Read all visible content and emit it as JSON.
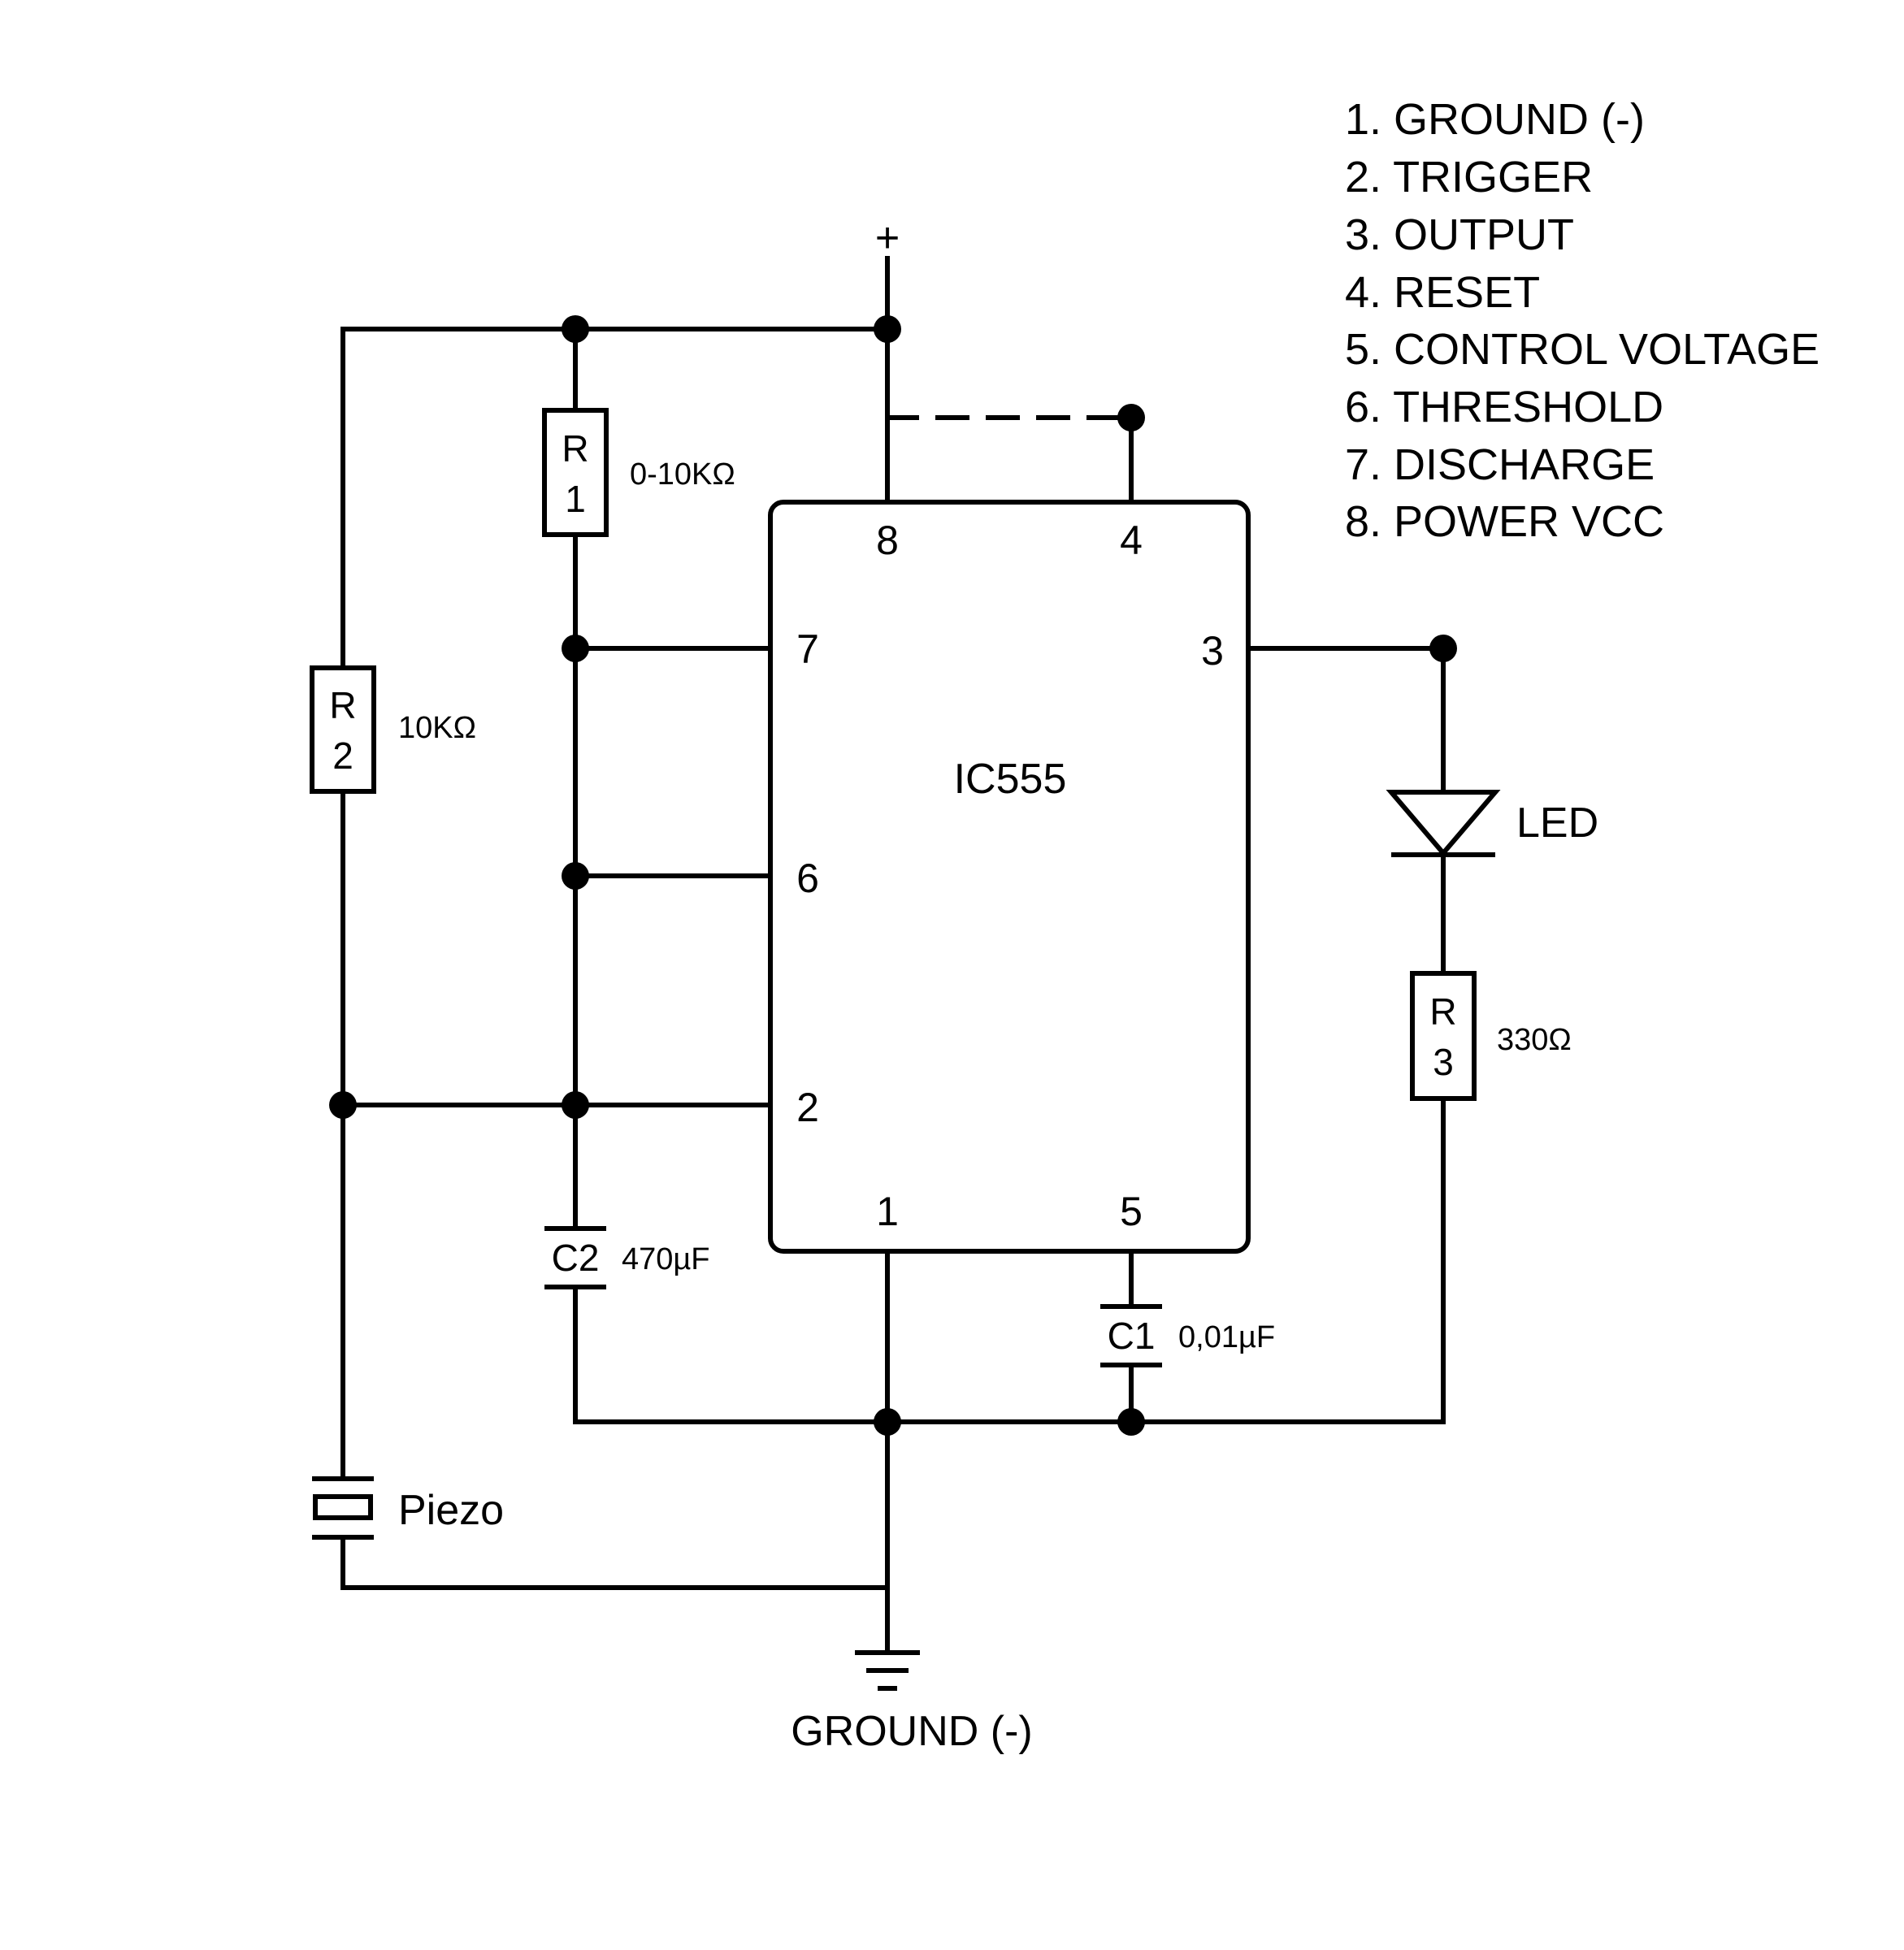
{
  "chip": {
    "name": "IC555",
    "pins": {
      "p1": "1",
      "p2": "2",
      "p3": "3",
      "p4": "4",
      "p5": "5",
      "p6": "6",
      "p7": "7",
      "p8": "8"
    }
  },
  "supply": {
    "plus": "+",
    "ground": "GROUND (-)"
  },
  "components": {
    "r1": {
      "ref_a": "R",
      "ref_b": "1",
      "value": "0-10KΩ"
    },
    "r2": {
      "ref_a": "R",
      "ref_b": "2",
      "value": "10KΩ"
    },
    "r3": {
      "ref_a": "R",
      "ref_b": "3",
      "value": "330Ω"
    },
    "c1": {
      "ref": "C1",
      "value": "0,01µF"
    },
    "c2": {
      "ref": "C2",
      "value": "470µF"
    },
    "led": {
      "label": "LED"
    },
    "piezo": {
      "label": "Piezo"
    }
  },
  "legend": [
    "1. GROUND (-)",
    "2. TRIGGER",
    "3. OUTPUT",
    "4. RESET",
    "5. CONTROL VOLTAGE",
    "6. THRESHOLD",
    "7. DISCHARGE",
    "8. POWER VCC"
  ]
}
